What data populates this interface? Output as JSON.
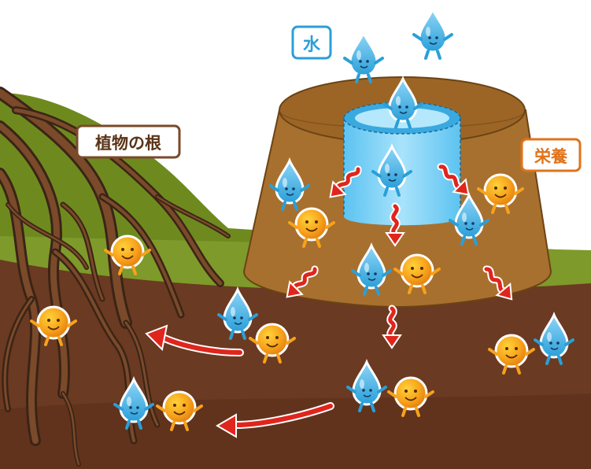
{
  "labels": {
    "water": "水",
    "roots": "植物の根",
    "nutrients": "栄養"
  },
  "icons": {
    "water_character": "water-drop-icon",
    "nutrient_character": "nutrient-ball-icon",
    "flow_arrow": "wavy-arrow-icon"
  },
  "colors": {
    "water_border": "#2a9fd8",
    "nutrient_border": "#e0731a",
    "roots_border": "#7a4a2a",
    "soil": "#6b3a22",
    "grass": "#6e8a1f",
    "pot": "#a8702e",
    "arrow": "#e0251d",
    "water_fill": "#4ab8ec",
    "nutrient_fill": "#f7a21b"
  }
}
